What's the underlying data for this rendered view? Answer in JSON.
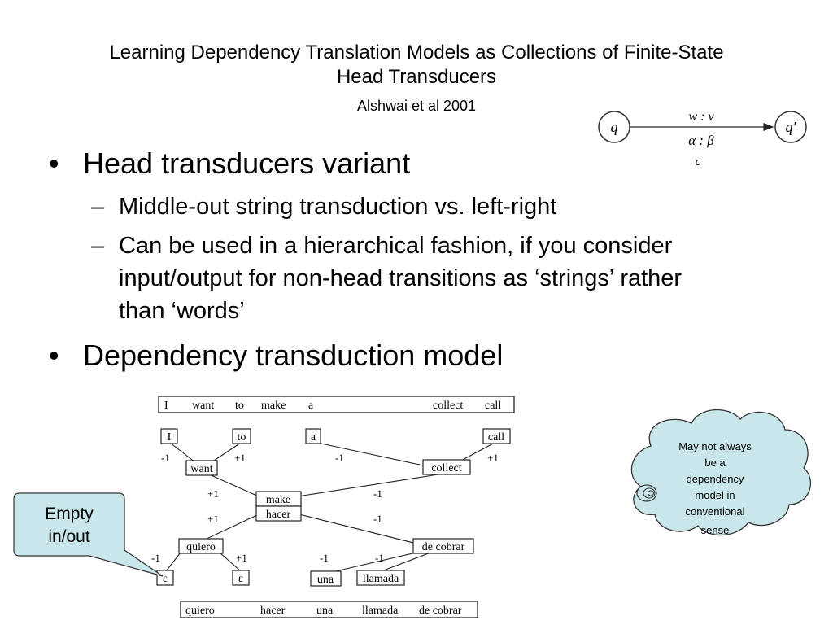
{
  "slide": {
    "title_line1": "Learning Dependency Translation Models as Collections of Finite-State",
    "title_line2": "Head Transducers",
    "subtitle": "Alshwai et al 2001"
  },
  "bullets": [
    {
      "text": "Head transducers variant",
      "sub": [
        {
          "lines": [
            "Middle-out string transduction vs. left-right"
          ]
        },
        {
          "lines": [
            "Can be used in a hierarchical fashion, if you consider",
            "input/output for non-head transitions as ‘strings’ rather",
            "than ‘words’"
          ]
        }
      ]
    },
    {
      "text": "Dependency transduction model",
      "sub": []
    }
  ],
  "transducer": {
    "state_from": "q",
    "state_to": "q′",
    "label_top": "w : v",
    "label_mid": "α : β",
    "label_bottom": "c"
  },
  "diagram": {
    "source_sentence": [
      "I",
      "want",
      "to",
      "make",
      "a",
      "collect",
      "call"
    ],
    "target_sentence": [
      "quiero",
      "hacer",
      "una",
      "llamada",
      "de cobrar"
    ],
    "nodes": {
      "I": "I",
      "to": "to",
      "a": "a",
      "call": "call",
      "want": "want",
      "collect": "collect",
      "make": "make",
      "hacer": "hacer",
      "quiero": "quiero",
      "de_cobrar": "de cobrar",
      "eps1": "ε",
      "eps2": "ε",
      "una": "una",
      "llamada": "llamada"
    },
    "edge_labels": {
      "I_want": "-1",
      "to_want": "+1",
      "a_collect": "-1",
      "call_collect": "+1",
      "want_make": "+1",
      "collect_make": "-1",
      "quiero_hacer": "+1",
      "decobrar_hacer": "-1",
      "eps1_quiero": "-1",
      "eps2_quiero": "+1",
      "una_decobrar": "-1",
      "llamada_decobrar": "-1"
    }
  },
  "callout_empty": {
    "line1": "Empty",
    "line2": "in/out",
    "fill": "#c9e7ea"
  },
  "cloud_note": {
    "lines": [
      "May not always",
      "be a",
      "dependency",
      "model in",
      "conventional",
      "sense"
    ],
    "fill": "#c9e7ea"
  }
}
